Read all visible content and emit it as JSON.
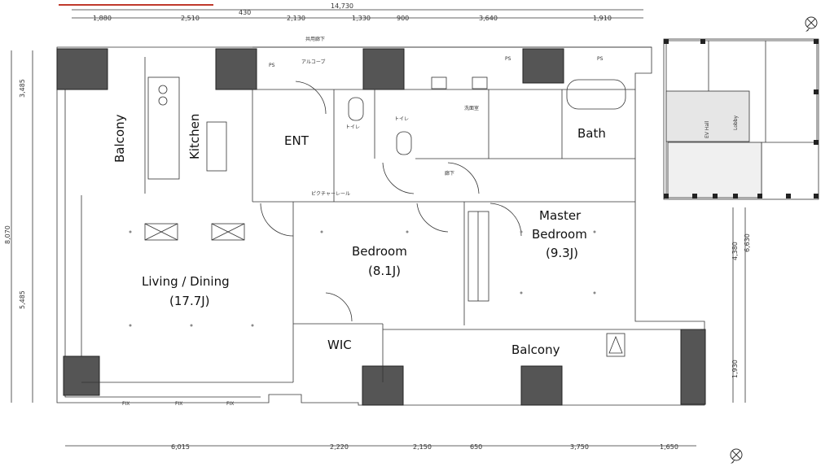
{
  "rooms": {
    "balcony_left": "Balcony",
    "kitchen": "Kitchen",
    "ent": "ENT",
    "bath": "Bath",
    "master_line1": "Master",
    "master_line2": "Bedroom",
    "master_size": "(9.3J)",
    "bedroom": "Bedroom",
    "bedroom_size": "(8.1J)",
    "living": "Living / Dining",
    "living_size": "(17.7J)",
    "wic": "WIC",
    "balcony_bottom": "Balcony"
  },
  "labels": {
    "corridor": "共用廊下",
    "alcove": "アルコーブ",
    "ps": "PS",
    "washroom": "洗面室",
    "hallway": "廊下",
    "toilet": "トイレ",
    "fix": "FIX",
    "ev_hall": "EV Hall",
    "lobby": "Lobby",
    "picture_rail": "ピクチャーレール"
  },
  "dimensions": {
    "top_total": "14,730",
    "top": [
      "1,880",
      "2,510",
      "430",
      "2,130",
      "1,330",
      "900",
      "3,640",
      "1,910"
    ],
    "bottom": [
      "6,015",
      "2,220",
      "2,150",
      "650",
      "3,750",
      "1,650"
    ],
    "left": [
      "3,485",
      "8,070",
      "5,485"
    ],
    "right": [
      "4,380",
      "6,630",
      "1,930"
    ]
  },
  "icons": [
    "north-arrow-icon",
    "compass-icon"
  ]
}
